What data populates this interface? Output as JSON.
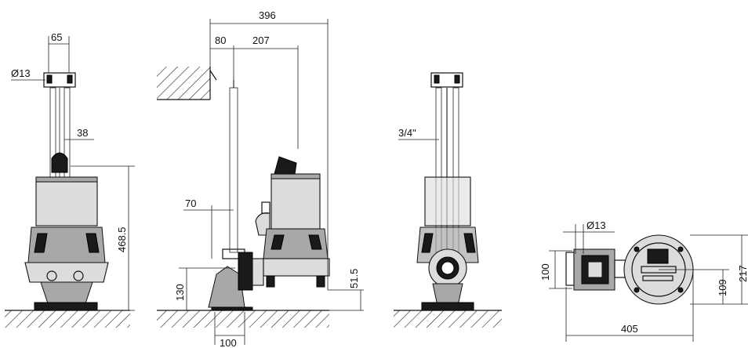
{
  "dimensions": {
    "front": {
      "width_top": "65",
      "hole": "Ø13",
      "offset": "38",
      "height": "468.5"
    },
    "side": {
      "overall": "396",
      "wall": "80",
      "center": "207",
      "guide": "70",
      "base_height": "130",
      "outlet_height": "51.5",
      "base_width": "100"
    },
    "rear": {
      "thread": "3/4\""
    },
    "plan": {
      "hole": "Ø13",
      "flange": "100",
      "width": "217",
      "center": "109",
      "length": "405"
    }
  },
  "colors": {
    "line": "#111111",
    "body_fill": "#dcdcdc",
    "dark_fill": "#1a1a1a"
  }
}
